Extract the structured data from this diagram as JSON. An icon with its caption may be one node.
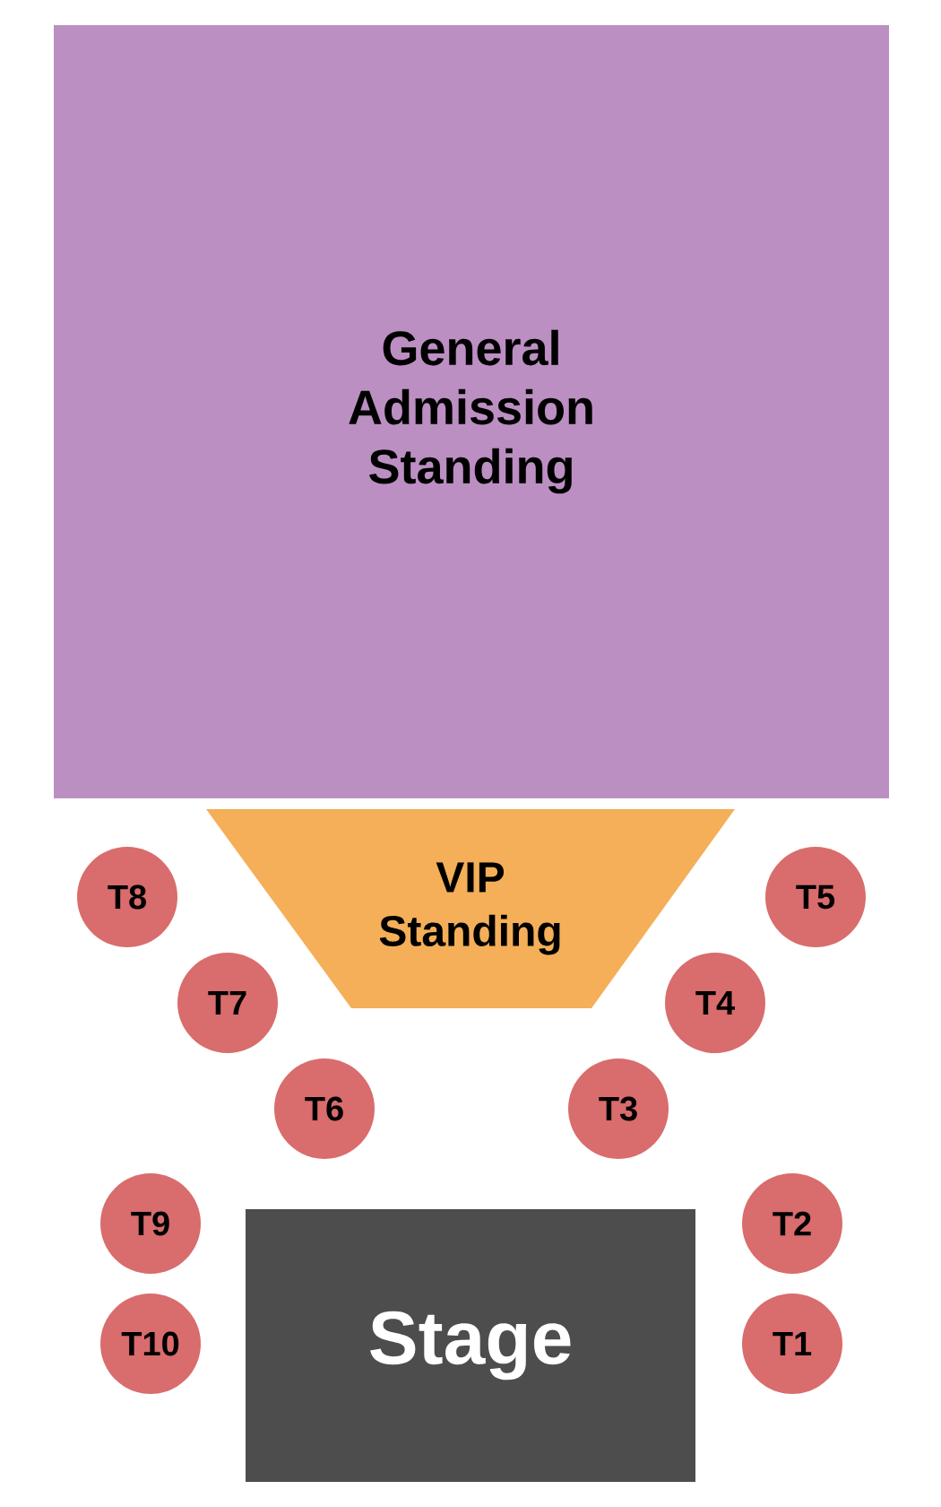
{
  "diagram": {
    "nodes": [
      {
        "text": [
          "General Admission Standing"
        ]
      },
      {
        "text": [
          "VIP Standing"
        ]
      },
      {
        "text": [
          "T8"
        ]
      },
      {
        "text": [
          "T5"
        ]
      },
      {
        "text": [
          "T7"
        ]
      },
      {
        "text": [
          "T4"
        ]
      },
      {
        "text": [
          "T6"
        ]
      },
      {
        "text": [
          "T3"
        ]
      },
      {
        "text": [
          "T9"
        ]
      },
      {
        "text": [
          "T2"
        ]
      },
      {
        "text": [
          "T10"
        ]
      },
      {
        "text": [
          "Stage"
        ]
      },
      {
        "text": [
          "T1"
        ]
      }
    ]
  }
}
